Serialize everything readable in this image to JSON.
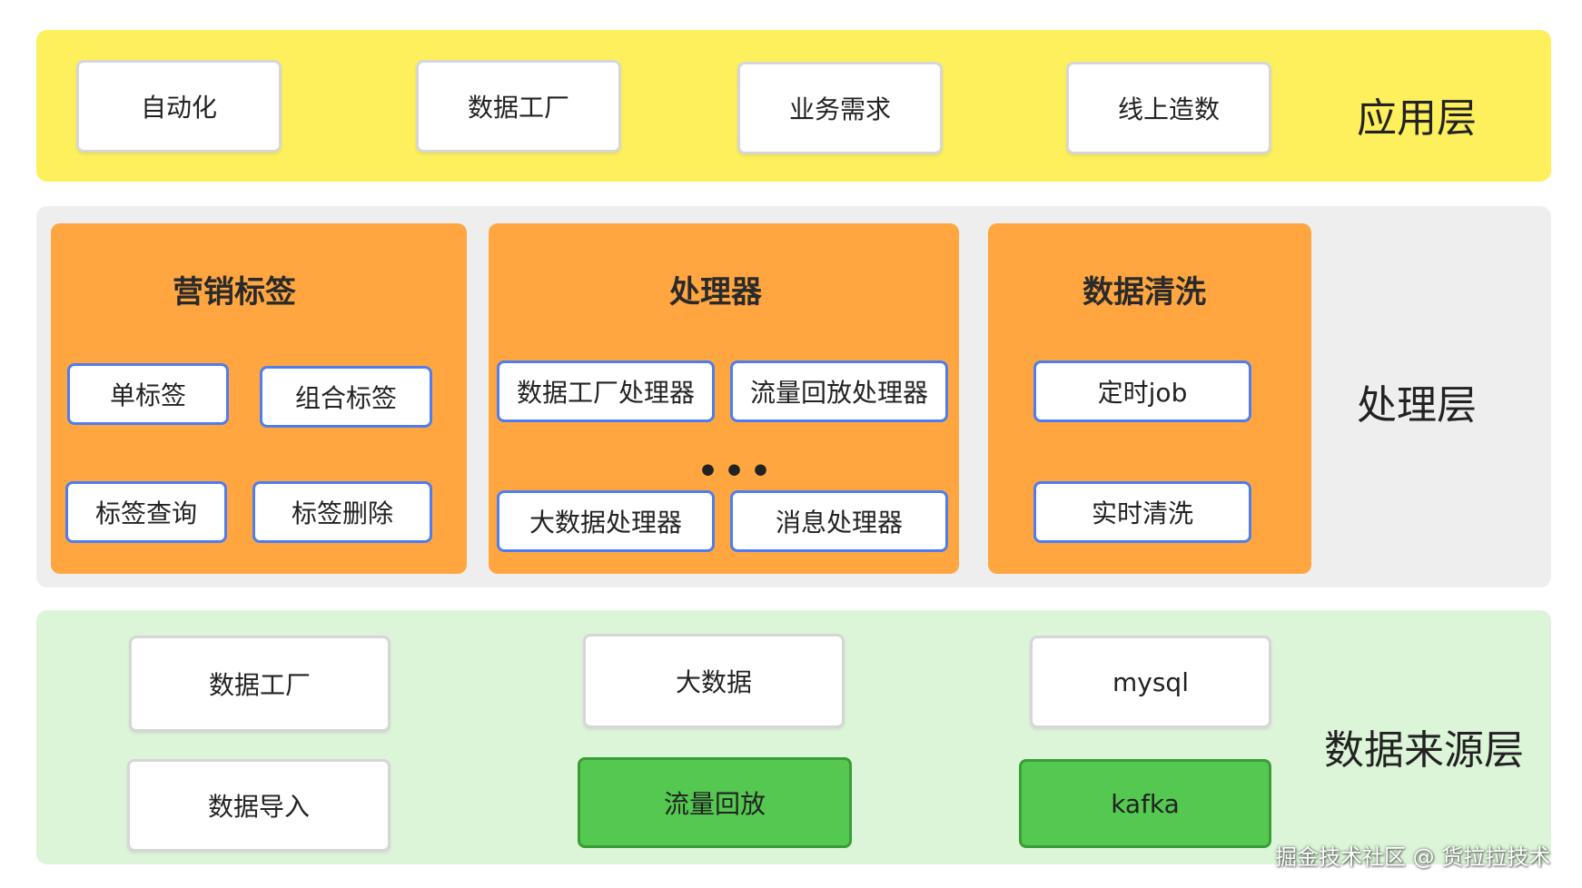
{
  "application_layer": {
    "label": "应用层",
    "items": [
      "自动化",
      "数据工厂",
      "业务需求",
      "线上造数"
    ]
  },
  "processing_layer": {
    "label": "处理层",
    "marketing_tags": {
      "title": "营销标签",
      "items": [
        "单标签",
        "组合标签",
        "标签查询",
        "标签删除"
      ]
    },
    "processor": {
      "title": "处理器",
      "items": [
        "数据工厂处理器",
        "流量回放处理器",
        "大数据处理器",
        "消息处理器"
      ],
      "ellipsis": "•••"
    },
    "data_cleaning": {
      "title": "数据清洗",
      "items": [
        "定时job",
        "实时清洗"
      ]
    }
  },
  "data_source_layer": {
    "label": "数据来源层",
    "items": [
      "数据工厂",
      "数据导入",
      "大数据",
      "流量回放",
      "mysql",
      "kafka"
    ]
  },
  "footer_text": "掘金技术社区 @ 货拉拉技术",
  "colors": {
    "application_bg": "#fdf05c",
    "processing_bg": "#eeeeee",
    "data_source_bg": "#dcf5d8",
    "panel_orange": "#ffa640",
    "box_blue_border": "#4f7df0",
    "box_green": "#54c850"
  }
}
